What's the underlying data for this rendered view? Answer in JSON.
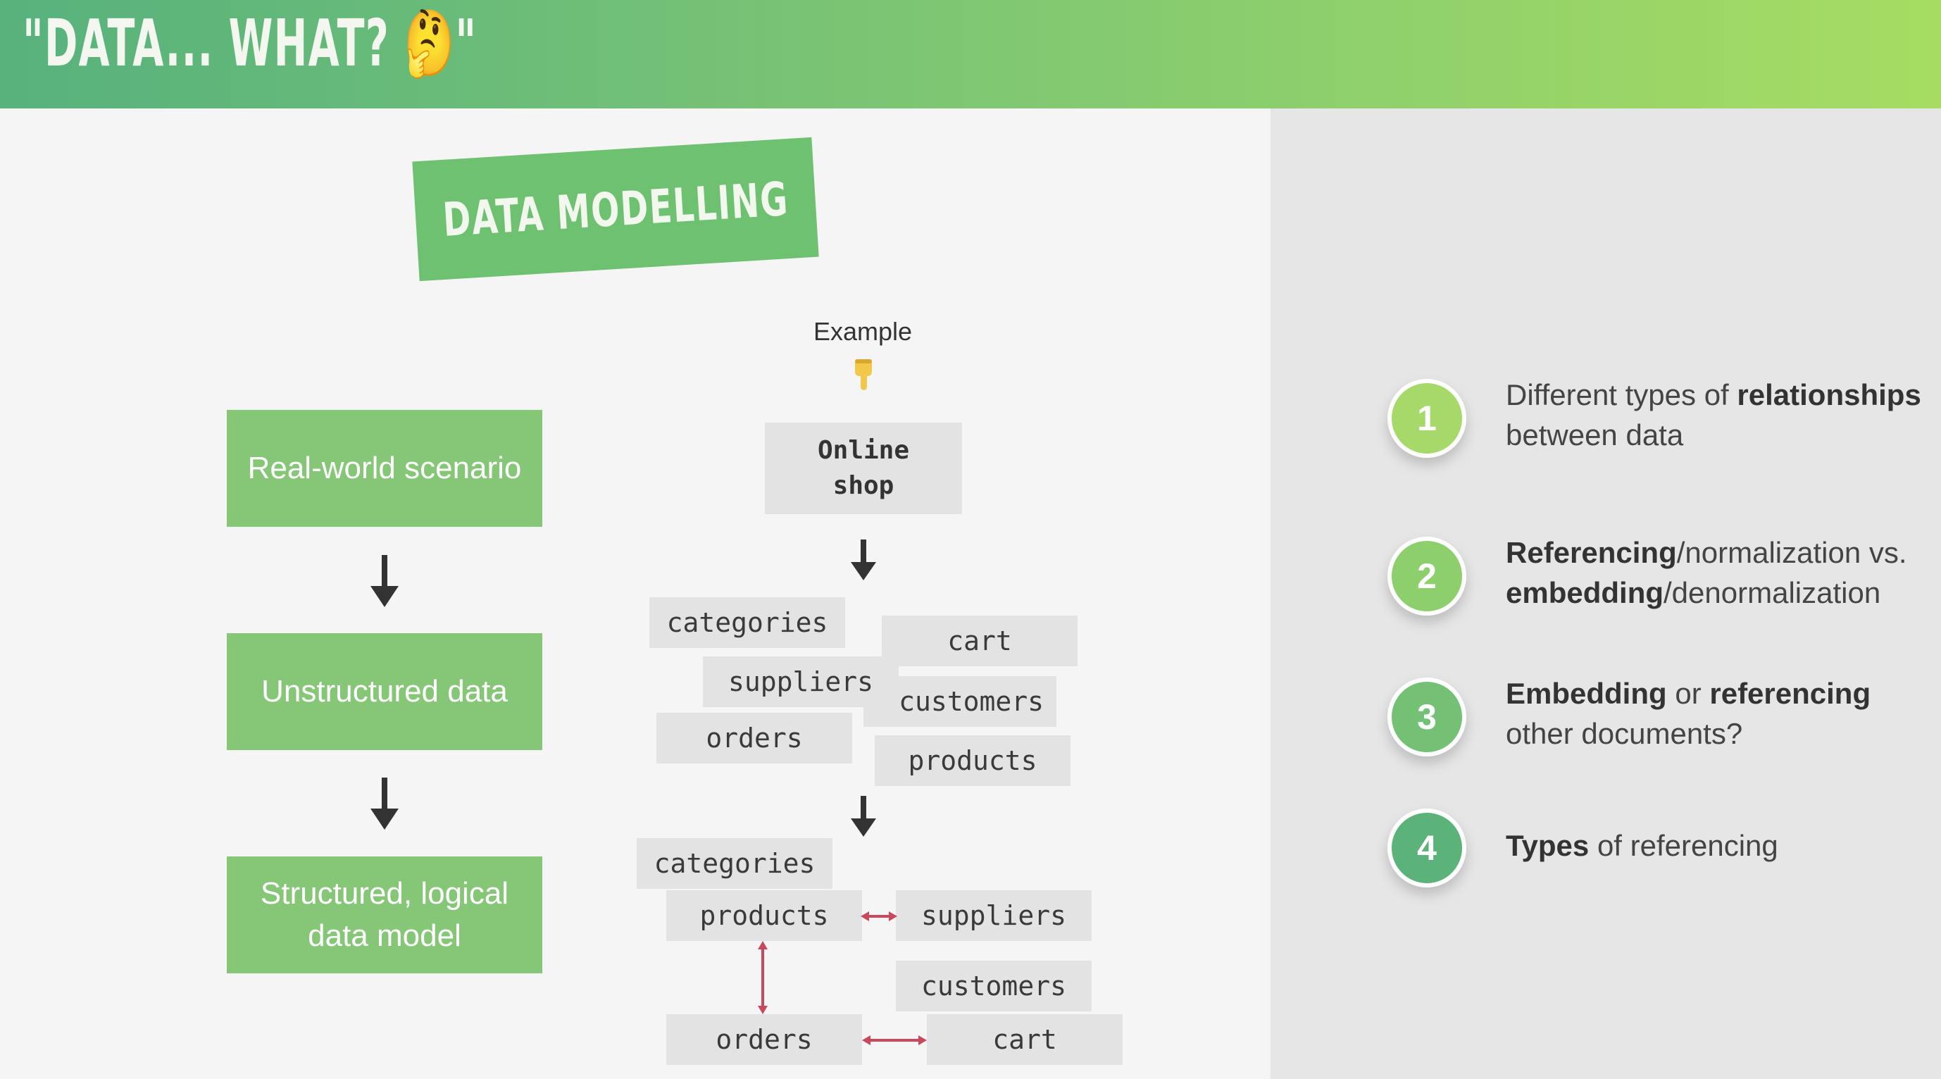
{
  "header": {
    "title": "\"DATA... WHAT? 🤔\""
  },
  "banner": {
    "text": "DATA MODELLING"
  },
  "flow": {
    "steps": [
      {
        "label": "Real-world scenario"
      },
      {
        "label": "Unstructured data"
      },
      {
        "label": "Structured, logical data model"
      }
    ]
  },
  "example": {
    "label": "Example",
    "hand_icon": "👇",
    "start_box": "Online shop",
    "unstructured": [
      "categories",
      "cart",
      "suppliers",
      "customers",
      "orders",
      "products"
    ],
    "structured": [
      "categories",
      "products",
      "suppliers",
      "customers",
      "orders",
      "cart"
    ]
  },
  "points": [
    {
      "number": "1",
      "color": "#a6d96a",
      "parts": [
        {
          "text": "Different types of ",
          "bold": false
        },
        {
          "text": "relationships",
          "bold": true
        },
        {
          "text": " between data",
          "bold": false
        }
      ]
    },
    {
      "number": "2",
      "color": "#8ccf6c",
      "parts": [
        {
          "text": "Referencing",
          "bold": true
        },
        {
          "text": "/normalization vs. ",
          "bold": false
        },
        {
          "text": "embedding",
          "bold": true
        },
        {
          "text": "/denormalization",
          "bold": false
        }
      ]
    },
    {
      "number": "3",
      "color": "#74c176",
      "parts": [
        {
          "text": "Embedding",
          "bold": true
        },
        {
          "text": " or ",
          "bold": false
        },
        {
          "text": "referencing",
          "bold": true
        },
        {
          "text": " other documents?",
          "bold": false
        }
      ]
    },
    {
      "number": "4",
      "color": "#5bb37a",
      "parts": [
        {
          "text": "Types",
          "bold": true
        },
        {
          "text": " of referencing",
          "bold": false
        }
      ]
    }
  ]
}
